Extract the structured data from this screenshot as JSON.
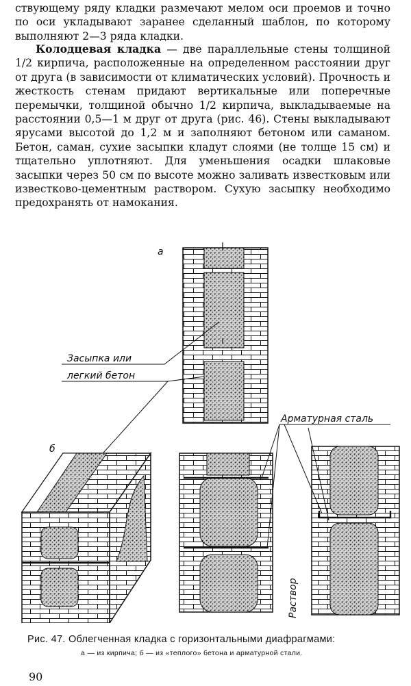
{
  "body": {
    "p1": "ствующему ряду кладки размечают мелом оси проемов и точно по оси укладывают заранее сделанный шаблон, по которому выполняют 2—3 ряда кладки.",
    "p2_term": "Колодцевая кладка",
    "p2_rest": " — две параллельные стены толщиной 1/2 кирпича, расположенные на определенном расстоянии друг от друга (в зависимости от климатических условий). Прочность и жесткость стенам придают вертикальные или поперечные перемычки, толщиной обычно 1/2 кирпича, выкладываемые на расстоянии 0,5—1 м друг от друга (рис. 46). Стены выкладывают ярусами высотой до 1,2 м и заполняют бетоном или саманом. Бетон, саман, сухие засыпки кладут слоями (не толще 15 см) и тщательно уплотняют. Для уменьшения осадки шлаковые засыпки через 50 см по высоте можно заливать известковым или известково-цементным раствором. Сухую засыпку необходимо предохранять от намокания."
  },
  "figure": {
    "label_a": "а",
    "label_b": "б",
    "fill_line1": "Засыпка или",
    "fill_line2": "легкий бетон",
    "rebar": "Арматурная сталь",
    "mortar": "Раствор"
  },
  "caption": {
    "main": "Рис. 47. Облегченная кладка с горизонтальными диафрагмами:",
    "sub": "а — из кирпича; б — из «теплого» бетона и арматурной стали."
  },
  "page_number": "90"
}
